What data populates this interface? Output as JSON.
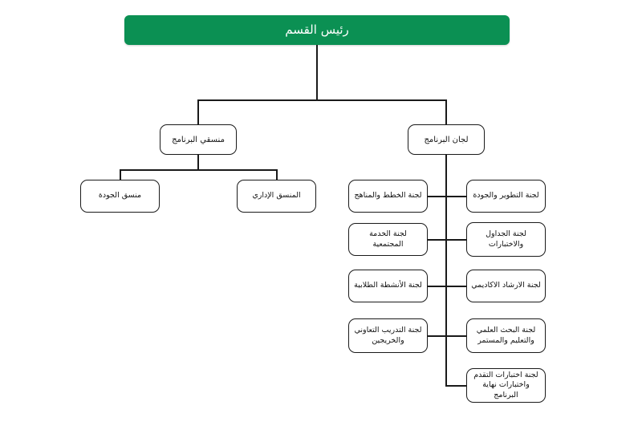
{
  "chart": {
    "title_node": {
      "label": "رئيس القسم",
      "color": "#0b9053",
      "text_color": "#ffffff"
    },
    "level2": [
      {
        "label": "منسقي البرنامج"
      },
      {
        "label": "لجان البرنامج"
      }
    ],
    "coordinators": [
      {
        "label": "منسق الجودة"
      },
      {
        "label": "المنسق الإداري"
      }
    ],
    "committees_left": [
      {
        "label": "لجنة الخطط والمناهج"
      },
      {
        "label": "لجنة الخدمة المجتمعية"
      },
      {
        "label": "لجنة الأنشطة الطلابية"
      },
      {
        "label": "لجنة التدريب التعاوني\nوالخريجين"
      }
    ],
    "committees_right": [
      {
        "label": "لجنة التطوير والجودة"
      },
      {
        "label": "لجنة الجداول\nوالاختبارات"
      },
      {
        "label": "لجنة الارشاد الاكاديمي"
      },
      {
        "label": "لجنة البحث العلمي\nوالتعليم والمستمر"
      },
      {
        "label": "لجنة اختبارات التقدم\nواختبارات نهاية البرنامج"
      }
    ],
    "colors": {
      "background": "#ffffff",
      "line": "#1a1a1a",
      "box_border": "#1a1a1a",
      "box_fill": "#ffffff",
      "accent_green": "#0b9053"
    }
  }
}
